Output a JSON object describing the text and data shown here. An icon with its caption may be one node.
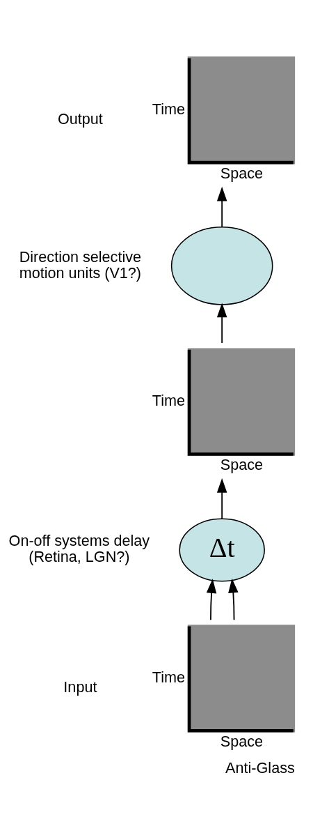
{
  "diagram": {
    "caption": "Anti-Glass",
    "nodes": [
      {
        "text": [
          "Time",
          "Space"
        ]
      },
      {
        "text": [],
        "shape": "ellipse",
        "beside": [
          "Direction selective motion units (V1?)"
        ]
      },
      {
        "text": [
          "Time",
          "Space"
        ]
      },
      {
        "text": [
          "Δt"
        ],
        "beside": [
          "On-off systems delay (Retina, LGN?)"
        ]
      },
      {
        "text": [
          "Time",
          "Space"
        ]
      }
    ],
    "labels": [
      "Output",
      "Input"
    ],
    "edges": [
      {
        "from": 4,
        "to": 3,
        "arrow": "to"
      },
      {
        "from": 4,
        "to": 3,
        "arrow": "to"
      },
      {
        "from": 3,
        "to": 2,
        "arrow": "to"
      },
      {
        "from": 2,
        "to": 1,
        "arrow": "to"
      },
      {
        "from": 1,
        "to": 0,
        "arrow": "to"
      }
    ]
  }
}
